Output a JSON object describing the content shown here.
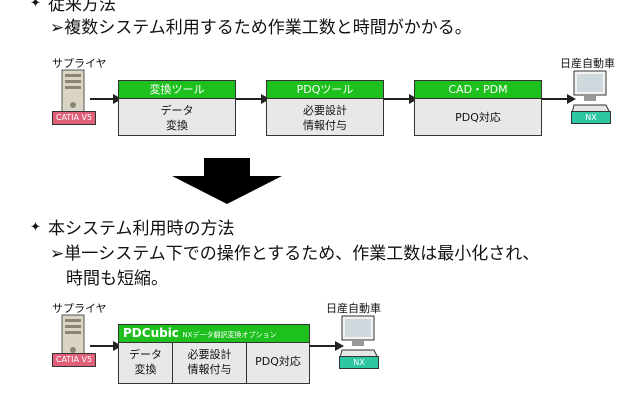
{
  "section1": {
    "title": "従来方法",
    "point": "複数システム利用するため作業工数と時間がかかる。",
    "supplier_label": "サプライヤ",
    "supplier_badge": "CATIA V5",
    "oem_label": "日産自動車",
    "oem_badge": "NX",
    "steps": [
      {
        "head": "変換ツール",
        "line1": "データ",
        "line2": "変換"
      },
      {
        "head": "PDQツール",
        "line1": "必要設計",
        "line2": "情報付与"
      },
      {
        "head": "CAD・PDM",
        "line1": "PDQ対応",
        "line2": ""
      }
    ]
  },
  "section2": {
    "title": "本システム利用時の方法",
    "point_line1": "単一システム下での操作とするため、作業工数は最小化され、",
    "point_line2": "時間も短縮。",
    "supplier_label": "サプライヤ",
    "supplier_badge": "CATIA V5",
    "oem_label": "日産自動車",
    "oem_badge": "NX",
    "box_head": "PDCubic",
    "box_head_sub": "NXデータ翻訳変換オプション",
    "cells": [
      {
        "line1": "データ",
        "line2": "変換"
      },
      {
        "line1": "必要設計",
        "line2": "情報付与"
      },
      {
        "line1": "PDQ対応",
        "line2": ""
      }
    ]
  }
}
